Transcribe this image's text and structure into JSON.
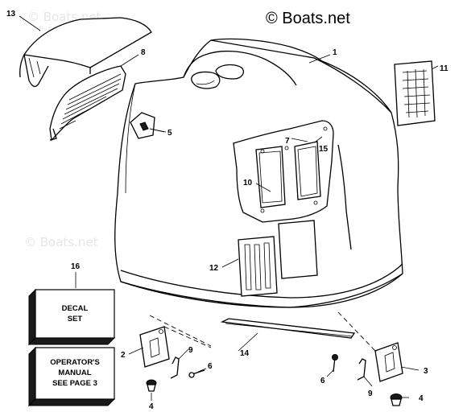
{
  "header": {
    "copyright": "© Boats.net"
  },
  "watermarks": {
    "text": "© Boats.net"
  },
  "callouts": {
    "p1": "1",
    "p2": "2",
    "p3": "3",
    "p4a": "4",
    "p4b": "4",
    "p5": "5",
    "p6a": "6",
    "p6b": "6",
    "p7": "7",
    "p8": "8",
    "p9a": "9",
    "p9b": "9",
    "p10": "10",
    "p11": "11",
    "p12": "12",
    "p13": "13",
    "p14": "14",
    "p15": "15",
    "p16": "16"
  },
  "boxes": {
    "decal": {
      "line1": "DECAL",
      "line2": "SET"
    },
    "manual": {
      "line1": "OPERATOR'S",
      "line2": "MANUAL",
      "line3": "SEE PAGE 3"
    }
  },
  "colors": {
    "ink": "#000000",
    "watermark": "#e6e6e6",
    "background": "#ffffff"
  }
}
